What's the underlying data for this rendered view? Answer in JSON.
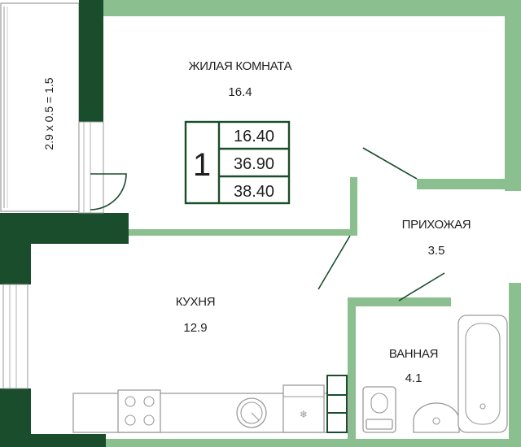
{
  "rooms": {
    "living": {
      "label": "ЖИЛАЯ КОМНАТА",
      "area": "16.4"
    },
    "hall": {
      "label": "ПРИХОЖАЯ",
      "area": "3.5"
    },
    "kitchen": {
      "label": "КУХНЯ",
      "area": "12.9"
    },
    "bathroom": {
      "label": "ВАННАЯ",
      "area": "4.1"
    }
  },
  "balcony": {
    "formula": "2.9 х 0.5 = 1.5"
  },
  "area_table": {
    "rooms_count": "1",
    "living_area": "16.40",
    "total_area_without_balcony": "36.90",
    "total_area": "38.40"
  },
  "colors": {
    "wall_outer": "#1a4d2b",
    "wall_inner": "#8cbf8f"
  }
}
